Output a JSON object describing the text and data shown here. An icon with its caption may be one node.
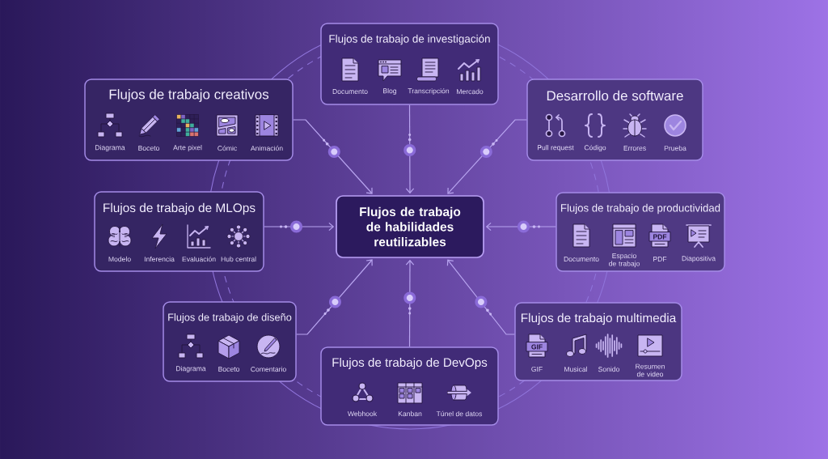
{
  "diagram": {
    "nodes": [
      {
        "text": [
          "Flujos de trabajo de investigación",
          "Documento",
          "Blog",
          "Transcripción",
          "Mercado"
        ]
      },
      {
        "text": [
          "Flujos de trabajo creativos",
          "Diagrama",
          "Boceto",
          "Arte pixel",
          "Cómic",
          "Animación"
        ]
      },
      {
        "text": [
          "Desarrollo de software",
          "Pull request",
          "Código",
          "Errores",
          "Prueba"
        ]
      },
      {
        "text": [
          "Flujos de trabajo de MLOps",
          "Modelo",
          "Inferencia",
          "Evaluación",
          "Hub central"
        ]
      },
      {
        "text": [
          "Flujos de trabajo de habilidades reutilizables"
        ]
      },
      {
        "text": [
          "Flujos de trabajo de productividad",
          "Documento",
          "Espacio de trabajo",
          "PDF",
          "Diapositiva"
        ]
      },
      {
        "text": [
          "Flujos de trabajo de diseño",
          "Diagrama",
          "Boceto",
          "Comentario"
        ]
      },
      {
        "text": [
          "Flujos de trabajo de DevOps",
          "Webhook",
          "Kanban",
          "Túnel de datos"
        ]
      },
      {
        "text": [
          "Flujos de trabajo multimedia",
          "GIF",
          "Musical",
          "Sonido",
          "Resumen de video"
        ]
      }
    ],
    "edges": [
      {
        "from": 0,
        "to": 4,
        "arrow": "to"
      },
      {
        "from": 1,
        "to": 4,
        "arrow": "to"
      },
      {
        "from": 2,
        "to": 4,
        "arrow": "to"
      },
      {
        "from": 3,
        "to": 4,
        "arrow": "to"
      },
      {
        "from": 5,
        "to": 4,
        "arrow": "to"
      },
      {
        "from": 6,
        "to": 4,
        "arrow": "to"
      },
      {
        "from": 7,
        "to": 4,
        "arrow": "to"
      },
      {
        "from": 8,
        "to": 4,
        "arrow": "to"
      }
    ],
    "labels": [
      "PDF",
      "GIF"
    ]
  }
}
